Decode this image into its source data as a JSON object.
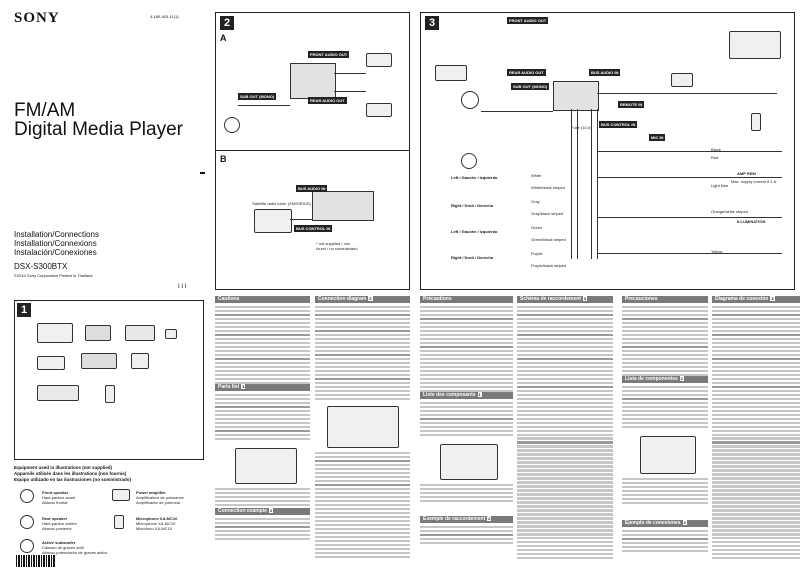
{
  "cover": {
    "brand": "SONY",
    "code": "4-180-403-11(1)",
    "title_line1": "FM/AM",
    "title_line2": "Digital Media Player",
    "subtitle1": "Installation/Connections",
    "subtitle2": "Installation/Connexions",
    "subtitle3": "Instalación/Conexiones",
    "model": "DSX-S300BTX",
    "copyright": "©2010 Sony Corporation   Printed in Thailand",
    "roman": "I I I"
  },
  "panel1": {
    "number": "1",
    "equip_line1": "Equipment used in illustrations (not supplied)",
    "equip_line2": "Appareils utilisés dans les illustrations (non fournis)",
    "equip_line3": "Equipo utilizado en las ilustraciones (no suministrado)",
    "items": [
      {
        "name": "Front speaker",
        "fr": "Haut-parleur avant",
        "es": "Altavoz frontal"
      },
      {
        "name": "Power amplifier",
        "fr": "Amplificateur de puissance",
        "es": "Amplificador de potencia"
      },
      {
        "name": "Rear speaker",
        "fr": "Haut-parleur arrière",
        "es": "Altavoz posterior"
      },
      {
        "name": "Microphone XA-MC10",
        "fr": "Microphone XA-MC10",
        "es": "Micrófono XA-MC10"
      },
      {
        "name": "Active subwoofer",
        "fr": "Caisson de graves actif",
        "es": "Altavoz potenciador de graves activo"
      }
    ]
  },
  "panel2": {
    "number": "2",
    "sectionA": "A",
    "sectionB": "B",
    "front_audio_out": "FRONT AUDIO OUT",
    "rear_audio_out": "REAR AUDIO OUT",
    "sub_out": "SUB OUT (MONO)",
    "bus_audio_in": "BUS AUDIO IN",
    "bus_control_in": "BUS CONTROL IN",
    "satellite_label": "Satellite radio tuner (XM/SIRIUS)",
    "note": "* not supplied / non fourni / no suministrado"
  },
  "panel3": {
    "number": "3",
    "front_audio_out": "FRONT AUDIO OUT",
    "rear_audio_out": "REAR AUDIO OUT",
    "bus_audio_in": "BUS AUDIO IN",
    "sub_out": "SUB OUT (MONO)",
    "remote_in": "REMOTE IN",
    "mic_in": "MIC IN",
    "bus_control_in": "BUS CONTROL IN",
    "fuse": "Fuse (10 A)",
    "left_front": "Left / Gauche / Izquierdo",
    "right_front": "Right / Droit / Derecho",
    "left_rear": "Left / Gauche / Izquierdo",
    "right_rear": "Right / Droit / Derecho",
    "colors": [
      "White",
      "White/black striped",
      "Gray",
      "Gray/black striped",
      "Green",
      "Green/black striped",
      "Purple",
      "Purple/black striped"
    ],
    "right_colors": [
      "Black",
      "Red",
      "Light blue",
      "Orange/white striped",
      "Yellow"
    ],
    "max_supply": "Max. supply current 0.1 A",
    "illumination": "ILLUMINATION",
    "amp_rem": "AMP REM"
  },
  "columns": [
    {
      "title": "Cautions",
      "tag": "",
      "num_lines": 26
    },
    {
      "title": "Parts list",
      "tag": "1",
      "num_lines": 14
    },
    {
      "title": "Connection example",
      "tag": "2",
      "num_lines": 8
    },
    {
      "title": "Connection diagram",
      "tag": "3",
      "num_lines": 62
    },
    {
      "title": "Précautions",
      "tag": "",
      "num_lines": 36
    },
    {
      "title": "Liste des composants",
      "tag": "1",
      "num_lines": 16
    },
    {
      "title": "Exemple de raccordement",
      "tag": "2",
      "num_lines": 8
    },
    {
      "title": "Schéma de raccordement",
      "tag": "3",
      "num_lines": 62
    },
    {
      "title": "Precauciones",
      "tag": "",
      "num_lines": 30
    },
    {
      "title": "Lista de componentes",
      "tag": "1",
      "num_lines": 18
    },
    {
      "title": "Ejemplo de conexiones",
      "tag": "2",
      "num_lines": 8
    },
    {
      "title": "Diagrama de conexión",
      "tag": "3",
      "num_lines": 62
    }
  ],
  "icons": {
    "bluetooth": "bluetooth-icon",
    "speaker": "speaker-icon"
  },
  "accent_colors": {
    "header_bg": "#7a7a7a",
    "box_bg": "#222222"
  }
}
